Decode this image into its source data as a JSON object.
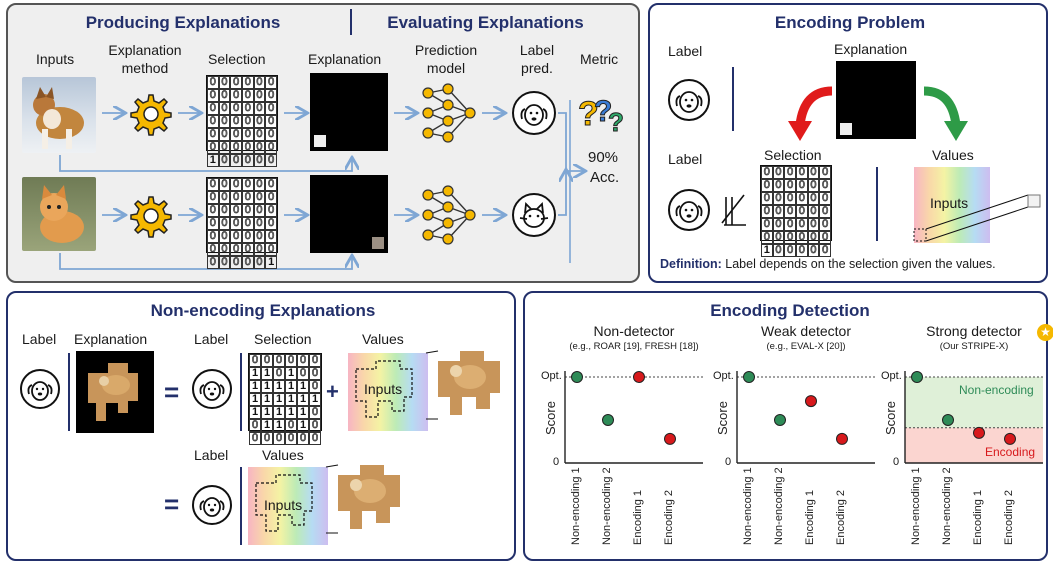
{
  "top_left": {
    "title_producing": "Producing Explanations",
    "title_evaluating": "Evaluating Explanations",
    "col_inputs": "Inputs",
    "col_method": "Explanation method",
    "col_selection": "Selection",
    "col_explanation": "Explanation",
    "col_model": "Prediction model",
    "col_label": "Label pred.",
    "col_metric": "Metric",
    "metric_value": "90%",
    "metric_unit": "Acc.",
    "grid1_one": "1",
    "grid2_one": "1"
  },
  "encoding_problem": {
    "title": "Encoding Problem",
    "label1": "Label",
    "explanation": "Explanation",
    "label2": "Label",
    "selection": "Selection",
    "values": "Values",
    "inputs": "Inputs",
    "definition_bold": "Definition:",
    "definition_text": " Label depends on the selection given the values."
  },
  "non_encoding": {
    "title": "Non-encoding Explanations",
    "label_a": "Label",
    "explanation": "Explanation",
    "label_b": "Label",
    "selection": "Selection",
    "values_a": "Values",
    "inputs_a": "Inputs",
    "label_c": "Label",
    "values_b": "Values",
    "inputs_b": "Inputs",
    "eq": "=",
    "plus": "+"
  },
  "encoding_detection": {
    "title": "Encoding Detection",
    "legend_non": "Non-encoding",
    "legend_enc": "Encoding",
    "colors": {
      "green": "#2e8b57",
      "red": "#d7191c",
      "green_zone": "#dff0d8",
      "red_zone": "#fbd5d0"
    }
  },
  "chart_data": [
    {
      "type": "scatter",
      "title": "Non-detector",
      "subtitle": "(e.g., ROAR [19], FRESH [18])",
      "ylabel": "Score",
      "y_ticks": [
        "Opt.",
        "0"
      ],
      "categories": [
        "Non-encoding 1",
        "Non-encoding 2",
        "Encoding 1",
        "Encoding 2"
      ],
      "values": [
        1.0,
        0.5,
        1.0,
        0.28
      ],
      "point_colors": [
        "green",
        "green",
        "red",
        "red"
      ]
    },
    {
      "type": "scatter",
      "title": "Weak detector",
      "subtitle": "(e.g., EVAL-X [20])",
      "ylabel": "Score",
      "y_ticks": [
        "Opt.",
        "0"
      ],
      "categories": [
        "Non-encoding 1",
        "Non-encoding 2",
        "Encoding 1",
        "Encoding 2"
      ],
      "values": [
        1.0,
        0.5,
        0.72,
        0.28
      ],
      "point_colors": [
        "green",
        "green",
        "red",
        "red"
      ]
    },
    {
      "type": "scatter",
      "title": "Strong detector",
      "subtitle": "(Our STRIPE-X)",
      "ylabel": "Score",
      "y_ticks": [
        "Opt.",
        "0"
      ],
      "categories": [
        "Non-encoding 1",
        "Non-encoding 2",
        "Encoding 1",
        "Encoding 2"
      ],
      "values": [
        1.0,
        0.5,
        0.35,
        0.28
      ],
      "point_colors": [
        "green",
        "green",
        "red",
        "red"
      ],
      "threshold": 0.41
    }
  ]
}
